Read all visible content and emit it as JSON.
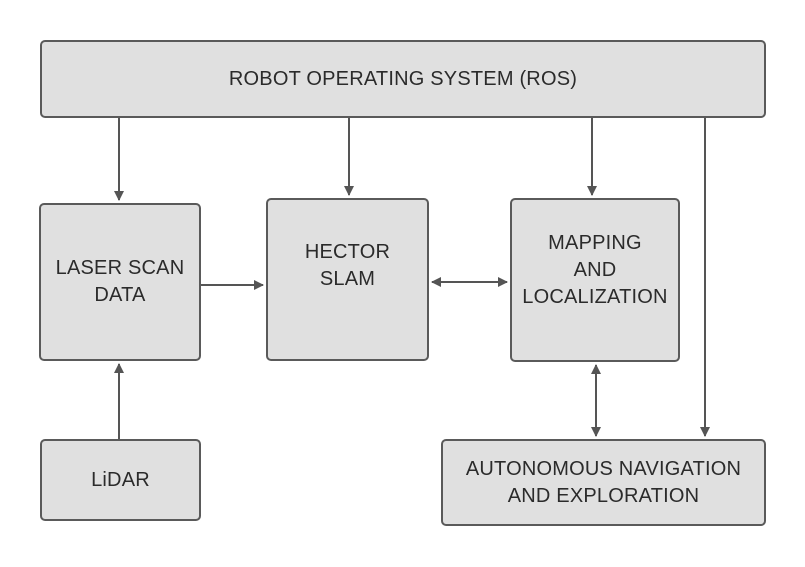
{
  "diagram": {
    "nodes": {
      "ros": "ROBOT OPERATING SYSTEM (ROS)",
      "laser_scan": [
        "LASER SCAN",
        "DATA"
      ],
      "hector_slam": [
        "HECTOR",
        "SLAM"
      ],
      "mapping": [
        "MAPPING",
        "AND",
        "LOCALIZATION"
      ],
      "lidar": "LiDAR",
      "autonomous": [
        "AUTONOMOUS NAVIGATION",
        "AND EXPLORATION"
      ]
    },
    "edges": [
      {
        "from": "ros",
        "to": "laser_scan",
        "direction": "one-way"
      },
      {
        "from": "ros",
        "to": "hector_slam",
        "direction": "one-way"
      },
      {
        "from": "ros",
        "to": "mapping",
        "direction": "one-way"
      },
      {
        "from": "ros",
        "to": "autonomous",
        "direction": "one-way"
      },
      {
        "from": "laser_scan",
        "to": "hector_slam",
        "direction": "one-way"
      },
      {
        "from": "hector_slam",
        "to": "mapping",
        "direction": "two-way"
      },
      {
        "from": "lidar",
        "to": "laser_scan",
        "direction": "one-way"
      },
      {
        "from": "mapping",
        "to": "autonomous",
        "direction": "two-way"
      }
    ],
    "colors": {
      "box_fill": "#e0e0e0",
      "box_border": "#5a5a5a",
      "arrow": "#555555",
      "text": "#2b2b2b"
    }
  }
}
